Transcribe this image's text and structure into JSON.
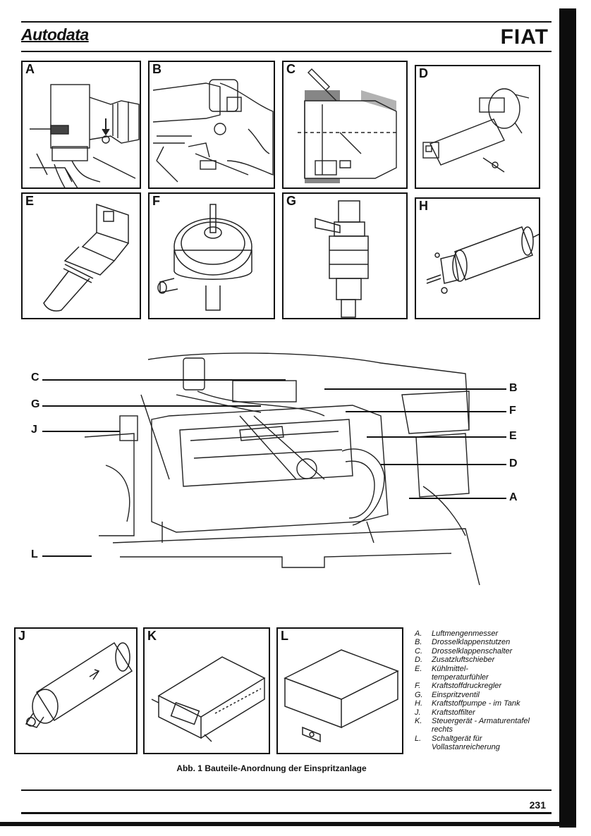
{
  "header": {
    "brand": "Autodata",
    "make": "FIAT"
  },
  "panels": [
    {
      "letter": "A"
    },
    {
      "letter": "B"
    },
    {
      "letter": "C"
    },
    {
      "letter": "D"
    },
    {
      "letter": "E"
    },
    {
      "letter": "F"
    },
    {
      "letter": "G"
    },
    {
      "letter": "H"
    },
    {
      "letter": "J"
    },
    {
      "letter": "K"
    },
    {
      "letter": "L"
    }
  ],
  "engine_callouts": {
    "left": [
      "C",
      "G",
      "J",
      "L"
    ],
    "right": [
      "B",
      "F",
      "E",
      "D",
      "A"
    ]
  },
  "legend": [
    {
      "key": "A.",
      "text": "Luftmengenmesser"
    },
    {
      "key": "B.",
      "text": "Drosselklappenstutzen"
    },
    {
      "key": "C.",
      "text": "Drosselklappenschalter"
    },
    {
      "key": "D.",
      "text": "Zusatzluftschieber"
    },
    {
      "key": "E.",
      "text": "Kühlmittel-\ntemperaturfühler"
    },
    {
      "key": "F.",
      "text": "Kraftstoffdruckregler"
    },
    {
      "key": "G.",
      "text": "Einspritzventil"
    },
    {
      "key": "H.",
      "text": "Kraftstoffpumpe - im Tank"
    },
    {
      "key": "J.",
      "text": "Kraftstoffilter"
    },
    {
      "key": "K.",
      "text": "Steuergerät - Armaturentafel\nrechts"
    },
    {
      "key": "L.",
      "text": "Schaltgerät für\nVollastanreicherung"
    }
  ],
  "caption": "Abb. 1 Bauteile-Anordnung der Einspritzanlage",
  "page_number": "231"
}
